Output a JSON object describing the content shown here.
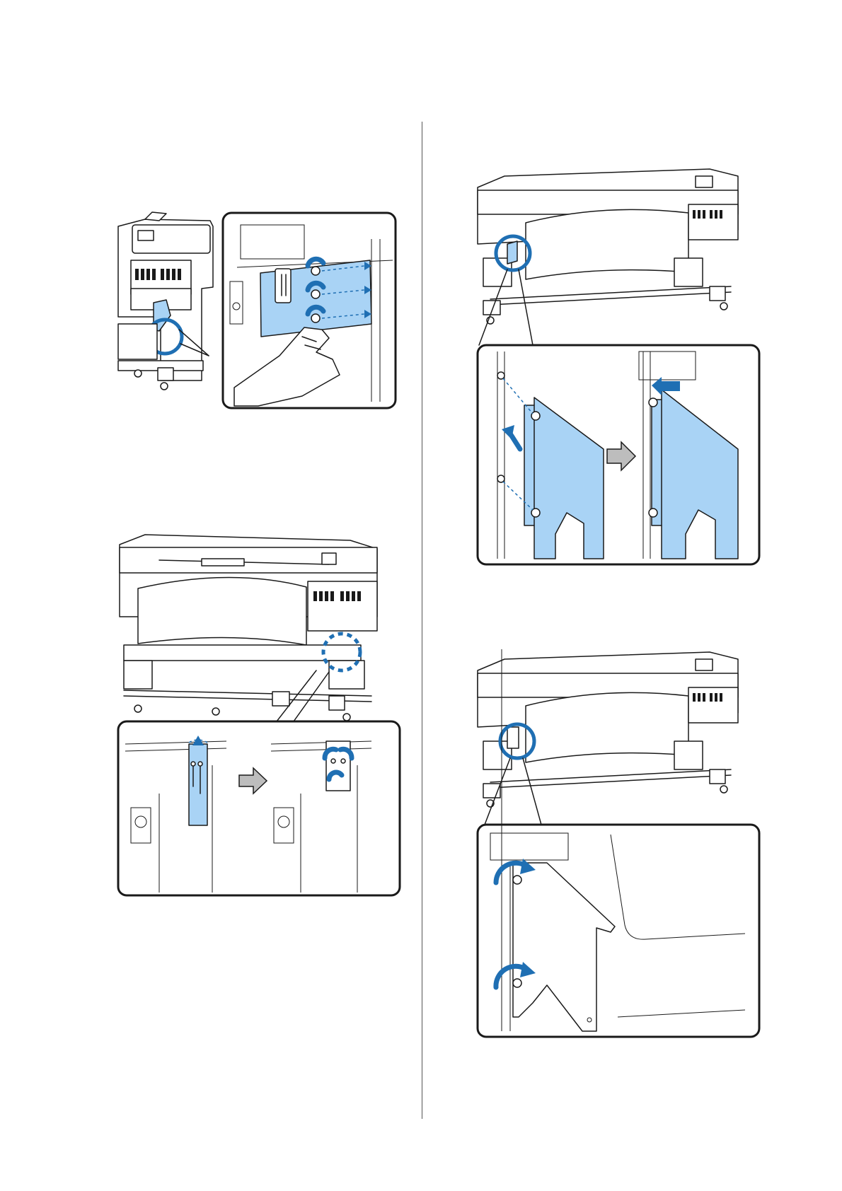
{
  "page": {
    "background": "#ffffff",
    "text": ""
  },
  "colors": {
    "highlight": "#1f6fb3",
    "part_fill": "#a9d3f5",
    "step_arrow": "#bdbdbd"
  },
  "figures": [
    {
      "name": "figure-remove-side-plate",
      "callout": "zoom-panel"
    },
    {
      "name": "figure-remove-bracket",
      "callout": "zoom-panel"
    },
    {
      "name": "figure-attach-plate-left",
      "callout": "zoom-panel"
    },
    {
      "name": "figure-tighten-screws-left",
      "callout": "zoom-panel"
    }
  ]
}
